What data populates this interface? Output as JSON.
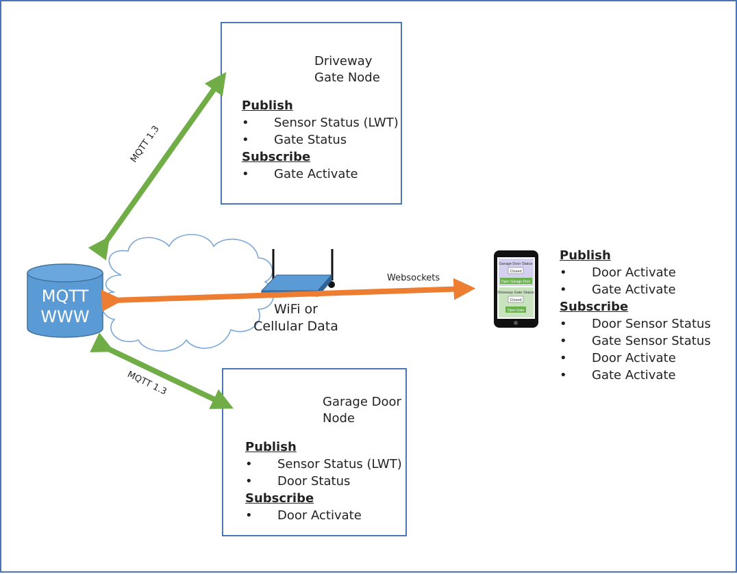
{
  "database": {
    "line1": "MQTT",
    "line2": "WWW"
  },
  "router": {
    "line1": "WiFi or",
    "line2": "Cellular Data"
  },
  "links": {
    "driveway_link": "MQTT 1.3",
    "garage_link": "MQTT 1.3",
    "phone_link": "Websockets"
  },
  "driveway_node": {
    "title_line1": "Driveway",
    "title_line2": "Gate Node",
    "publish_heading": "Publish",
    "publish_items": [
      "Sensor Status (LWT)",
      "Gate Status"
    ],
    "subscribe_heading": "Subscribe",
    "subscribe_items": [
      "Gate Activate"
    ]
  },
  "garage_node": {
    "title_line1": "Garage Door",
    "title_line2": "Node",
    "publish_heading": "Publish",
    "publish_items": [
      "Sensor Status (LWT)",
      "Door Status"
    ],
    "subscribe_heading": "Subscribe",
    "subscribe_items": [
      "Door Activate"
    ]
  },
  "phone": {
    "screen": {
      "garage_status_label": "Garage Door Status",
      "garage_status_value": "Closed",
      "garage_button": "Open Garage Door",
      "gate_status_label": "Driveway Gate Status",
      "gate_status_value": "Closed",
      "gate_button": "Open Gate"
    },
    "publish_heading": "Publish",
    "publish_items": [
      "Door Activate",
      "Gate Activate"
    ],
    "subscribe_heading": "Subscribe",
    "subscribe_items": [
      "Door Sensor Status",
      "Gate Sensor Status",
      "Door Activate",
      "Gate Activate"
    ]
  },
  "colors": {
    "green_arrow": "#70ad47",
    "orange_arrow": "#ed7d31",
    "db_fill": "#5b9bd5",
    "box_border": "#4a73b8",
    "cloud_stroke": "#7aa6d6"
  }
}
